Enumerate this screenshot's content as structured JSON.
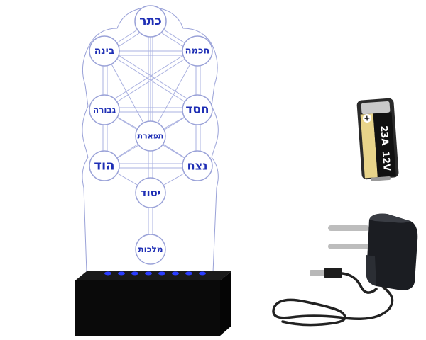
{
  "sefirot": {
    "keter": "כתר",
    "binah": "בינה",
    "chochmah": "חכמה",
    "gevurah": "גבורה",
    "chesed": "חסד",
    "tiferet": "תפארת",
    "hod": "הוד",
    "netzach": "נצח",
    "yesod": "יסוד",
    "malchut": "מלכות"
  },
  "battery": {
    "type_label": "23A",
    "voltage_label": "12V",
    "plus_sign": "+"
  },
  "colors": {
    "label_blue": "#1f2fb5",
    "led_blue": "#2a3cff",
    "acrylic_edge": "#9aa2d8",
    "base_black": "#0a0a0a",
    "adapter_black": "#1b1d22"
  }
}
